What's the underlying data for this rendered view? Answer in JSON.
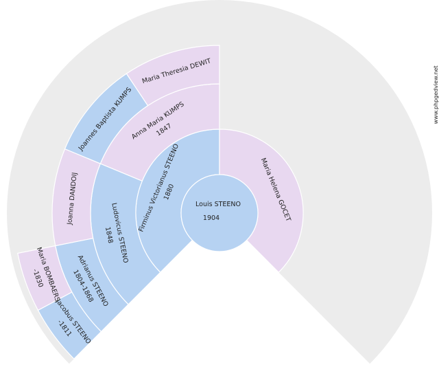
{
  "watermark": "www.phpgedview.net",
  "colors": {
    "male": "#b6d2f2",
    "female": "#e8d8f0",
    "empty": "#ececec",
    "stroke": "#ffffff"
  },
  "root": {
    "name": "Louis STEENO",
    "years": "1904"
  },
  "people": [
    {
      "id": "father",
      "gen": 1,
      "sex": "male",
      "name": "Firminus Victorianus STEENO",
      "years": "1880"
    },
    {
      "id": "mother",
      "gen": 1,
      "sex": "female",
      "name": "Maria Helena GOCET",
      "years": ""
    },
    {
      "id": "ff",
      "gen": 2,
      "sex": "male",
      "name": "Ludovicus STEENO",
      "years": "1848"
    },
    {
      "id": "fm",
      "gen": 2,
      "sex": "female",
      "name": "Anna Maria KUMPS",
      "years": "1847"
    },
    {
      "id": "fff",
      "gen": 3,
      "sex": "male",
      "name": "Adrianus STEENO",
      "years": "1804-1868"
    },
    {
      "id": "ffm",
      "gen": 3,
      "sex": "female",
      "name": "Joanna DANDOIJ",
      "years": ""
    },
    {
      "id": "fmf",
      "gen": 3,
      "sex": "male",
      "name": "Joannes Baptista KUMPS",
      "years": ""
    },
    {
      "id": "fmm",
      "gen": 3,
      "sex": "female",
      "name": "Maria Theresia DEWIT",
      "years": ""
    },
    {
      "id": "ffff",
      "gen": 4,
      "sex": "male",
      "name": "Jacobus STEENO",
      "years": "-1811"
    },
    {
      "id": "fffm",
      "gen": 4,
      "sex": "female",
      "name": "Maria BOMBAERS",
      "years": "-1830"
    }
  ]
}
